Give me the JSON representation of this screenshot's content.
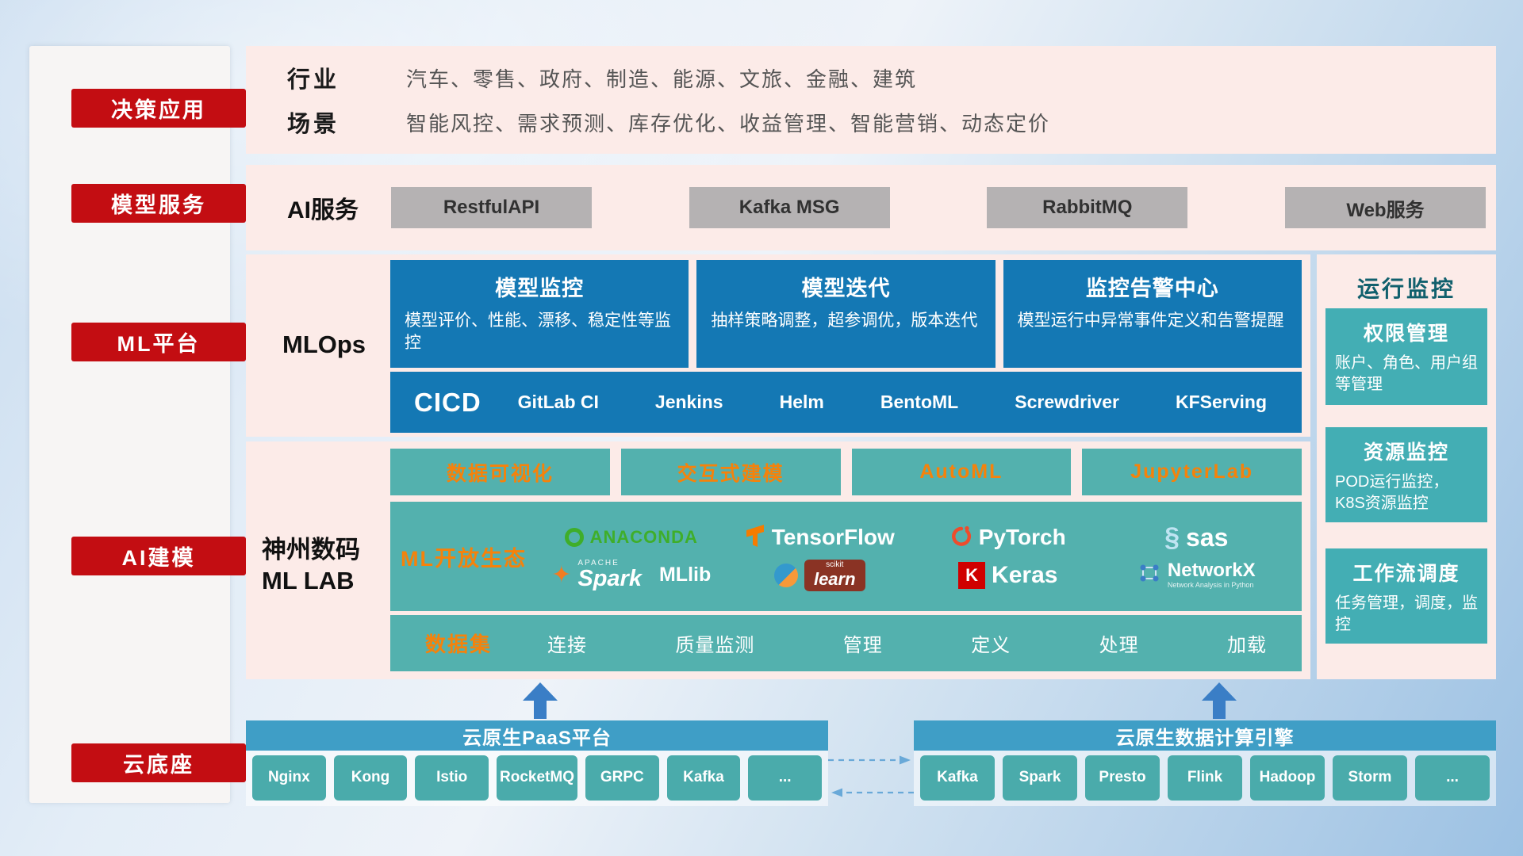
{
  "sidebar": {
    "items": [
      "决策应用",
      "模型服务",
      "ML平台",
      "AI建模",
      "云底座"
    ]
  },
  "apps_row": {
    "industry_label": "行业",
    "industry_value": "汽车、零售、政府、制造、能源、文旅、金融、建筑",
    "scene_label": "场景",
    "scene_value": "智能风控、需求预测、库存优化、收益管理、智能营销、动态定价"
  },
  "services_row": {
    "label": "AI服务",
    "buttons": [
      "RestfulAPI",
      "Kafka MSG",
      "RabbitMQ",
      "Web服务"
    ]
  },
  "mlops": {
    "label": "MLOps",
    "cards": [
      {
        "title": "模型监控",
        "desc": "模型评价、性能、漂移、稳定性等监控"
      },
      {
        "title": "模型迭代",
        "desc": "抽样策略调整，超参调优，版本迭代"
      },
      {
        "title": "监控告警中心",
        "desc": "模型运行中异常事件定义和告警提醒"
      }
    ],
    "cicd_label": "CICD",
    "cicd_items": [
      "GitLab CI",
      "Jenkins",
      "Helm",
      "BentoML",
      "Screwdriver",
      "KFServing"
    ]
  },
  "monitor_panel": {
    "title": "运行监控",
    "cards": [
      {
        "title": "权限管理",
        "desc": "账户、角色、用户组等管理"
      },
      {
        "title": "资源监控",
        "desc": "POD运行监控，K8S资源监控"
      },
      {
        "title": "工作流调度",
        "desc": "任务管理，调度，监控"
      }
    ]
  },
  "mllab": {
    "label_line1": "神州数码",
    "label_line2": "ML LAB",
    "tools": [
      "数据可视化",
      "交互式建模",
      "AutoML",
      "JupyterLab"
    ],
    "eco_label": "ML开放生态",
    "logos": {
      "anaconda": "ANACONDA",
      "tensorflow": "TensorFlow",
      "pytorch": "PyTorch",
      "sas": "sas",
      "spark_sup": "APACHE",
      "spark": "Spark",
      "mllib": "MLlib",
      "scikit_sup": "scikit",
      "scikit": "learn",
      "keras_k": "K",
      "keras": "Keras",
      "networkx": "NetworkX",
      "networkx_sub": "Network Analysis in Python"
    },
    "data_row": {
      "label": "数据集",
      "items": [
        "连接",
        "质量监测",
        "管理",
        "定义",
        "处理",
        "加载"
      ]
    }
  },
  "cloud": {
    "paas_title": "云原生PaaS平台",
    "paas_items": [
      "Nginx",
      "Kong",
      "Istio",
      "RocketMQ",
      "GRPC",
      "Kafka",
      "..."
    ],
    "engine_title": "云原生数据计算引擎",
    "engine_items": [
      "Kafka",
      "Spark",
      "Presto",
      "Flink",
      "Hadoop",
      "Storm",
      "..."
    ]
  },
  "colors": {
    "accent_red": "#c30d12",
    "panel_pink": "#fcebe8",
    "primary_blue": "#1478b4",
    "teal": "#53b1ae",
    "orange": "#f5820b",
    "header_blue": "#3f9ec6",
    "chip_teal": "#4aabab",
    "gray_button": "#b5b2b3",
    "arrow_blue": "#3a7ec6"
  }
}
